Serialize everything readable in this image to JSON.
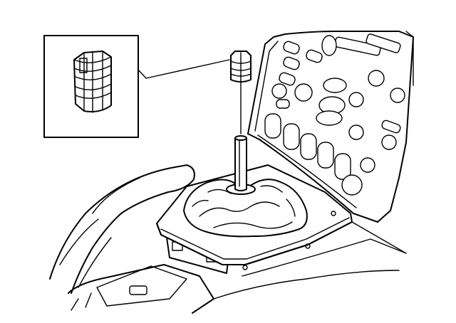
{
  "figure": {
    "kind": "line-drawing",
    "subject": "gear-shift-console-exploded",
    "ink_color": "#000000",
    "paper_color": "#ffffff"
  },
  "callout": {
    "detail_part": "shift-knob-sleeve"
  },
  "icons": [
    "shift-lever-icon",
    "knob-sleeve-icon",
    "gaiter-icon",
    "dashboard-button-icon"
  ]
}
